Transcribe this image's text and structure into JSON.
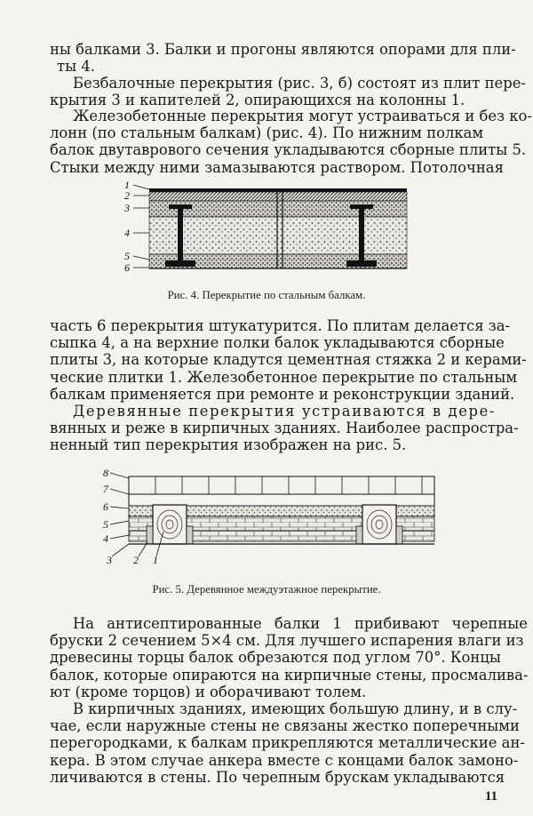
{
  "page_number": "11",
  "paragraphs": [
    {
      "lines": [
        "ны балками 3. Балки и прогоны являются опорами для пли-",
        "ты 4."
      ]
    },
    {
      "lines": [
        "Безбалочные перекрытия (рис. 3, б) состоят из плит пере-",
        "крытия 3 и капителей 2, опирающихся на колонны 1."
      ]
    },
    {
      "lines": [
        "Железобетонные перекрытия могут устраиваться и без ко-",
        "лонн (по стальным балкам) (рис. 4). По нижним полкам",
        "балок двутаврового сечения укладываются сборные плиты 5.",
        "Стыки между ними замазываются раствором. Потолочная"
      ]
    },
    {
      "lines": [
        "часть 6 перекрытия штукатурится. По плитам делается за-",
        "сыпка 4, а на верхние полки балок укладываются сборные",
        "плиты 3, на которые кладутся цементная стяжка 2 и керами-",
        "ческие плитки 1. Железобетонное перекрытие по стальным",
        "балкам применяется при ремонте и реконструкции зданий."
      ]
    },
    {
      "lines": [
        "Деревянные перекрытия устраиваются в дере-",
        "вянных и реже в кирпичных зданиях. Наиболее распростра-",
        "ненный тип перекрытия изображен на рис. 5."
      ]
    },
    {
      "lines": [
        "На антисептированные балки 1 прибивают черепные",
        "бруски 2 сечением 5×4 см. Для лучшего испарения влаги из",
        "древесины торцы балок обрезаются под углом 70°. Концы",
        "балок, которые опираются на кирпичные стены, просмалива-",
        "ют (кроме торцов) и оборачивают толем."
      ]
    },
    {
      "lines": [
        "В кирпичных зданиях, имеющих большую длину, и в слу-",
        "чае, если наружные стены не связаны жестко поперечными",
        "перегородками, к балкам прикрепляются металлические ан-",
        "кера. В этом случае анкера вместе с концами балок замоно-",
        "личиваются в стены. По черепным брускам укладываются"
      ]
    }
  ],
  "figures": {
    "fig4": {
      "caption": "Рис. 4. Перекрытие по стальным балкам.",
      "labels": [
        "1",
        "2",
        "3",
        "4",
        "5",
        "6"
      ]
    },
    "fig5": {
      "caption": "Рис. 5. Деревянное междуэтажное перекрытие.",
      "labels": [
        "8",
        "7",
        "6",
        "5",
        "4",
        "3",
        "2",
        "1"
      ]
    }
  }
}
